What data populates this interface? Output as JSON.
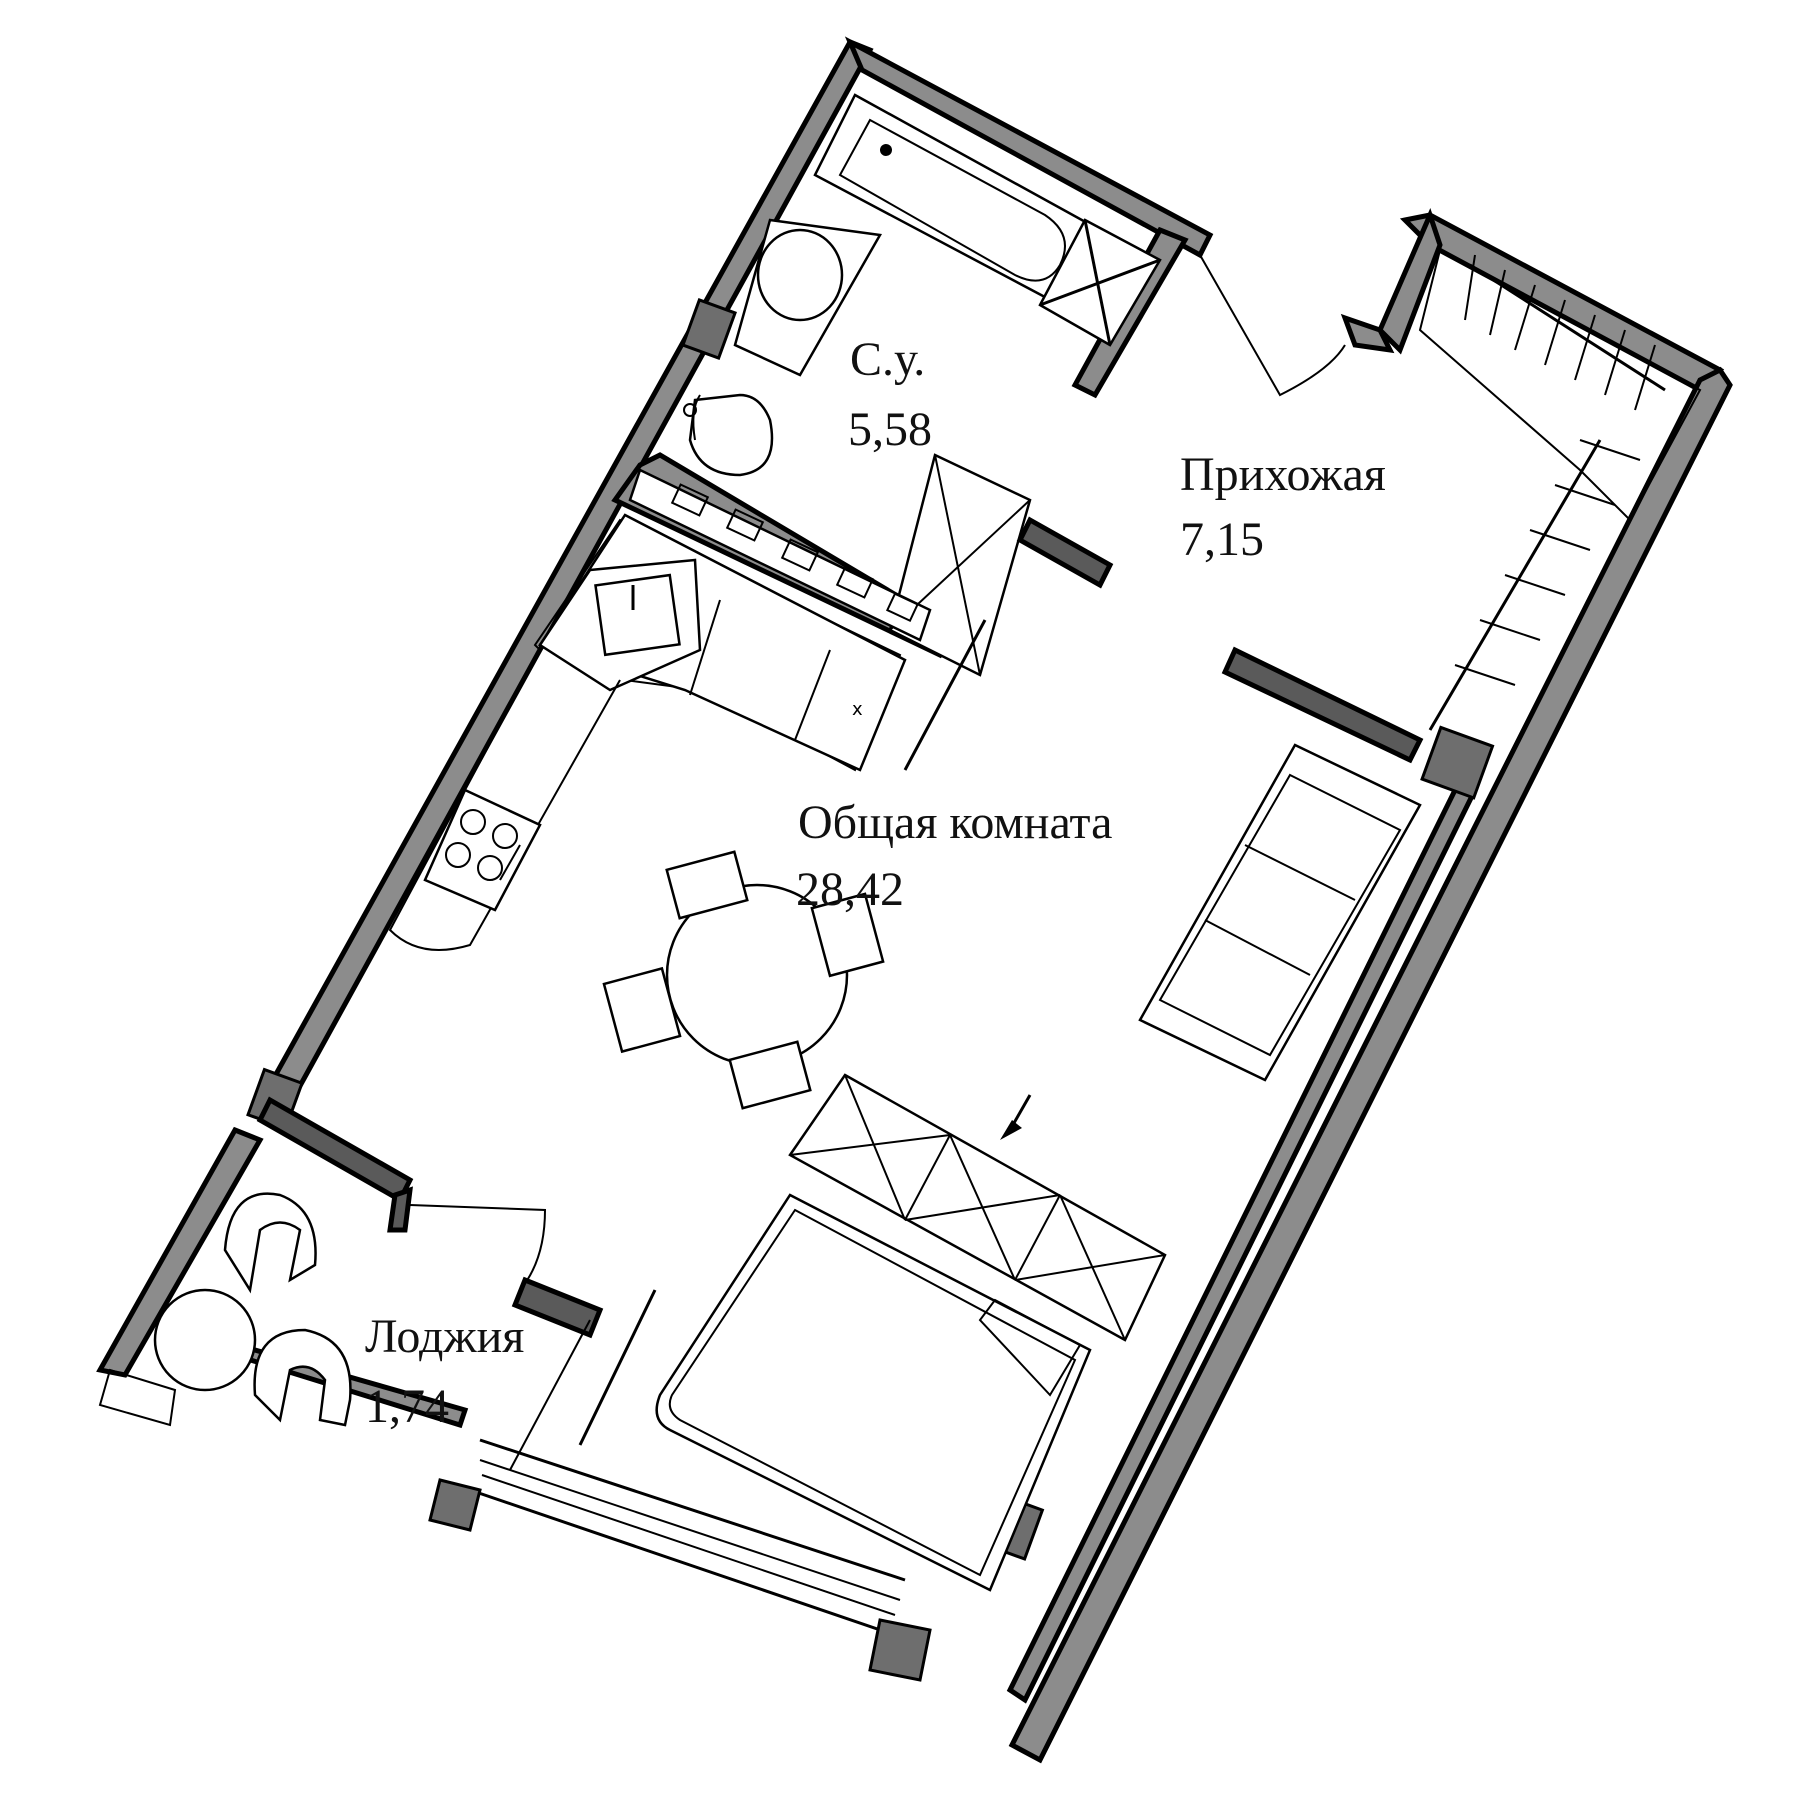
{
  "plan": {
    "rooms": [
      {
        "id": "bathroom",
        "name": "С.у.",
        "area": "5,58"
      },
      {
        "id": "hallway",
        "name": "Прихожая",
        "area": "7,15"
      },
      {
        "id": "living",
        "name": "Общая комната",
        "area": "28,42"
      },
      {
        "id": "loggia",
        "name": "Лоджия",
        "area": "1,74"
      }
    ]
  }
}
